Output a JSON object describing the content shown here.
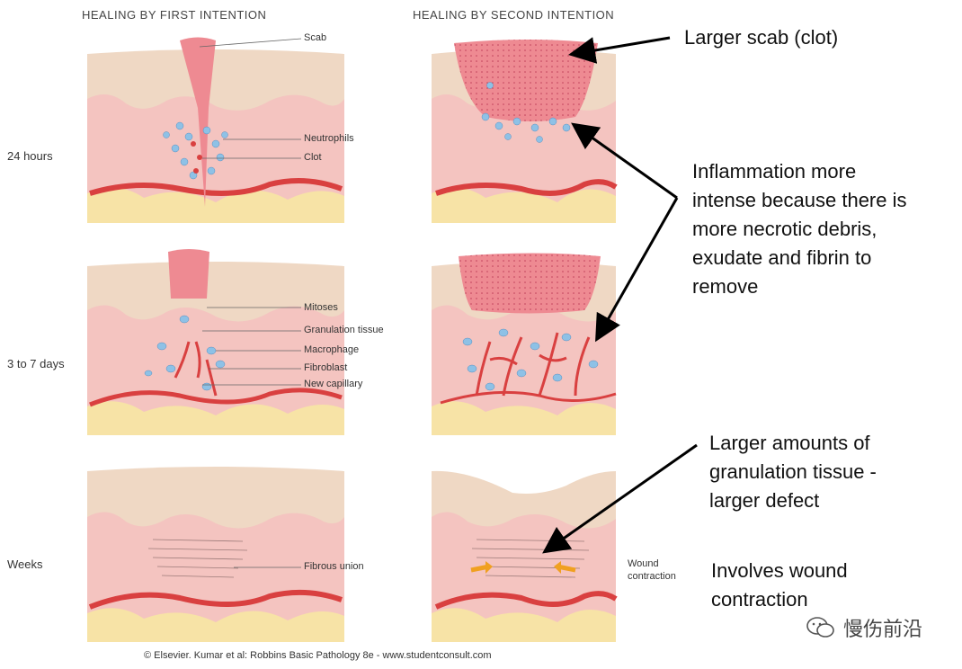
{
  "columns": {
    "first": "HEALING BY FIRST INTENTION",
    "second": "HEALING BY SECOND INTENTION"
  },
  "rows": [
    "24 hours",
    "3 to 7 days",
    "Weeks"
  ],
  "labels": {
    "scab": "Scab",
    "neutrophils": "Neutrophils",
    "clot": "Clot",
    "mitoses": "Mitoses",
    "granulation": "Granulation tissue",
    "macrophage": "Macrophage",
    "fibroblast": "Fibroblast",
    "capillary": "New capillary",
    "fibrous": "Fibrous union",
    "wound1": "Wound",
    "wound2": "contraction"
  },
  "notes": {
    "scab_line1": "Larger scab (clot)",
    "infl_line1": "Inflammation more",
    "infl_line2": "intense because there is",
    "infl_line3": "more necrotic debris,",
    "infl_line4": "exudate and fibrin to",
    "infl_line5": "remove",
    "gran_line1": "Larger amounts of",
    "gran_line2": "granulation tissue -",
    "gran_line3": "larger defect",
    "contr_line1": "Involves wound",
    "contr_line2": "contraction"
  },
  "footer": "© Elsevier. Kumar et al: Robbins Basic Pathology 8e - www.studentconsult.com",
  "watermark": "慢伤前沿",
  "colors": {
    "epidermis": "#efd8c4",
    "dermis": "#f4c4c0",
    "fat": "#f7e3a6",
    "clot": "#ee8a92",
    "vessel": "#d94040",
    "cell": "#8ec1e6",
    "arrow": "#f0a020"
  }
}
